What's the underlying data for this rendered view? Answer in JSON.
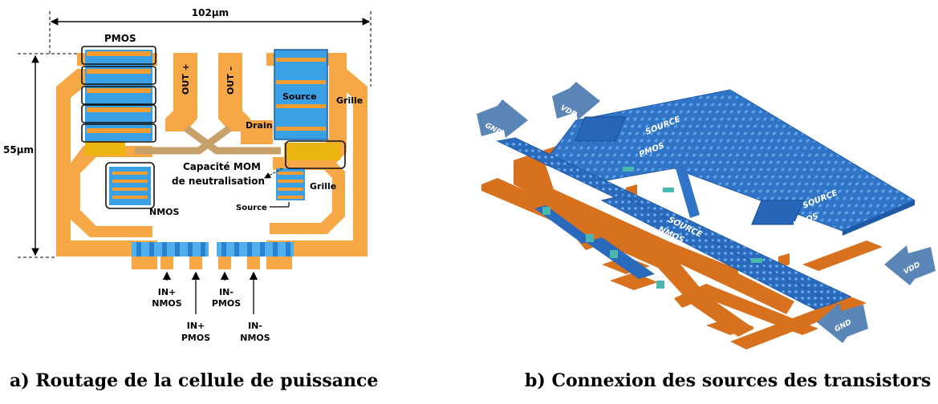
{
  "colors": {
    "copper": "#f5a845",
    "transistor_blue": "#3aa0e6",
    "finger": "#f39c34",
    "gate_gold": "#ecb40f",
    "stack_blue": "#2f74c7",
    "stack_copper": "#d7711e",
    "arrow_blue": "#5a86b7"
  },
  "figure_a": {
    "width_label": "102µm",
    "height_label": "55µm",
    "pmos": "PMOS",
    "nmos": "NMOS",
    "out_plus": "OUT +",
    "out_minus": "OUT –",
    "source_top": "Source",
    "source_bottom": "Source",
    "grille_top": "Grille",
    "grille_bottom": "Grille",
    "drain": "Drain",
    "capacitor_line1": "Capacité MOM",
    "capacitor_line2": "de neutralisation",
    "pins": [
      {
        "l1": "IN+",
        "l2": "NMOS"
      },
      {
        "l1": "IN+",
        "l2": "PMOS"
      },
      {
        "l1": "IN-",
        "l2": "PMOS"
      },
      {
        "l1": "IN-",
        "l2": "NMOS"
      }
    ]
  },
  "figure_b": {
    "vdd_top": "VDD",
    "gnd_top": "GND",
    "vdd_bottom": "VDD",
    "gnd_bottom": "GND",
    "source_pmos_1": "SOURCE",
    "pmos_1": "PMOS",
    "source_pmos_2": "SOURCE",
    "pmos_2": "PMOS",
    "source_nmos": "SOURCE",
    "nmos": "NMOS"
  },
  "captions": {
    "a": "a) Routage de la cellule de puissance",
    "b": "b) Connexion des sources des transistors"
  }
}
